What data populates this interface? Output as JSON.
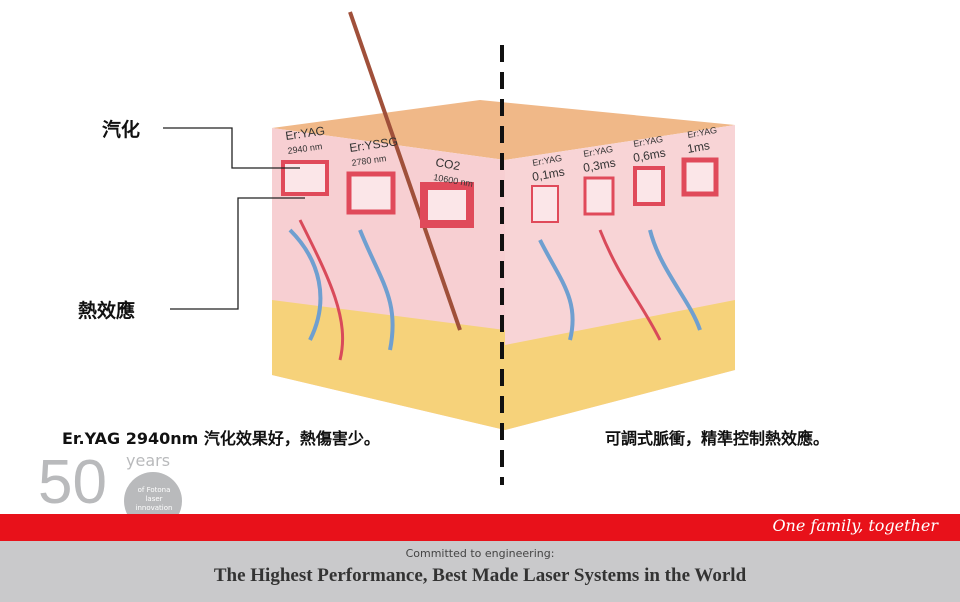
{
  "labels": {
    "vaporization": "汽化",
    "thermal_effect": "熱效應"
  },
  "diagram": {
    "left_lasers": [
      {
        "name": "Er:YAG",
        "wavelength": "2940 nm"
      },
      {
        "name": "Er:YSSG",
        "wavelength": "2780 nm"
      },
      {
        "name": "CO2",
        "wavelength": "10600 nm"
      }
    ],
    "right_pulses": [
      {
        "name": "Er:YAG",
        "duration": "0,1ms"
      },
      {
        "name": "Er:YAG",
        "duration": "0,3ms"
      },
      {
        "name": "Er:YAG",
        "duration": "0,6ms"
      },
      {
        "name": "Er:YAG",
        "duration": "1ms"
      }
    ]
  },
  "captions": {
    "left": "Er.YAG 2940nm 汽化效果好，熱傷害少。",
    "right": "可調式脈衝，精準控制熱效應。"
  },
  "logo": {
    "number": "50",
    "word": "years",
    "sub": "of Fotona laser innovation"
  },
  "footer": {
    "slogan": "One family, together",
    "committed": "Committed to engineering:",
    "tagline": "The Highest Performance, Best Made Laser Systems in the World"
  },
  "colors": {
    "red": "#e8111a",
    "gray": "#c9c9cb"
  }
}
